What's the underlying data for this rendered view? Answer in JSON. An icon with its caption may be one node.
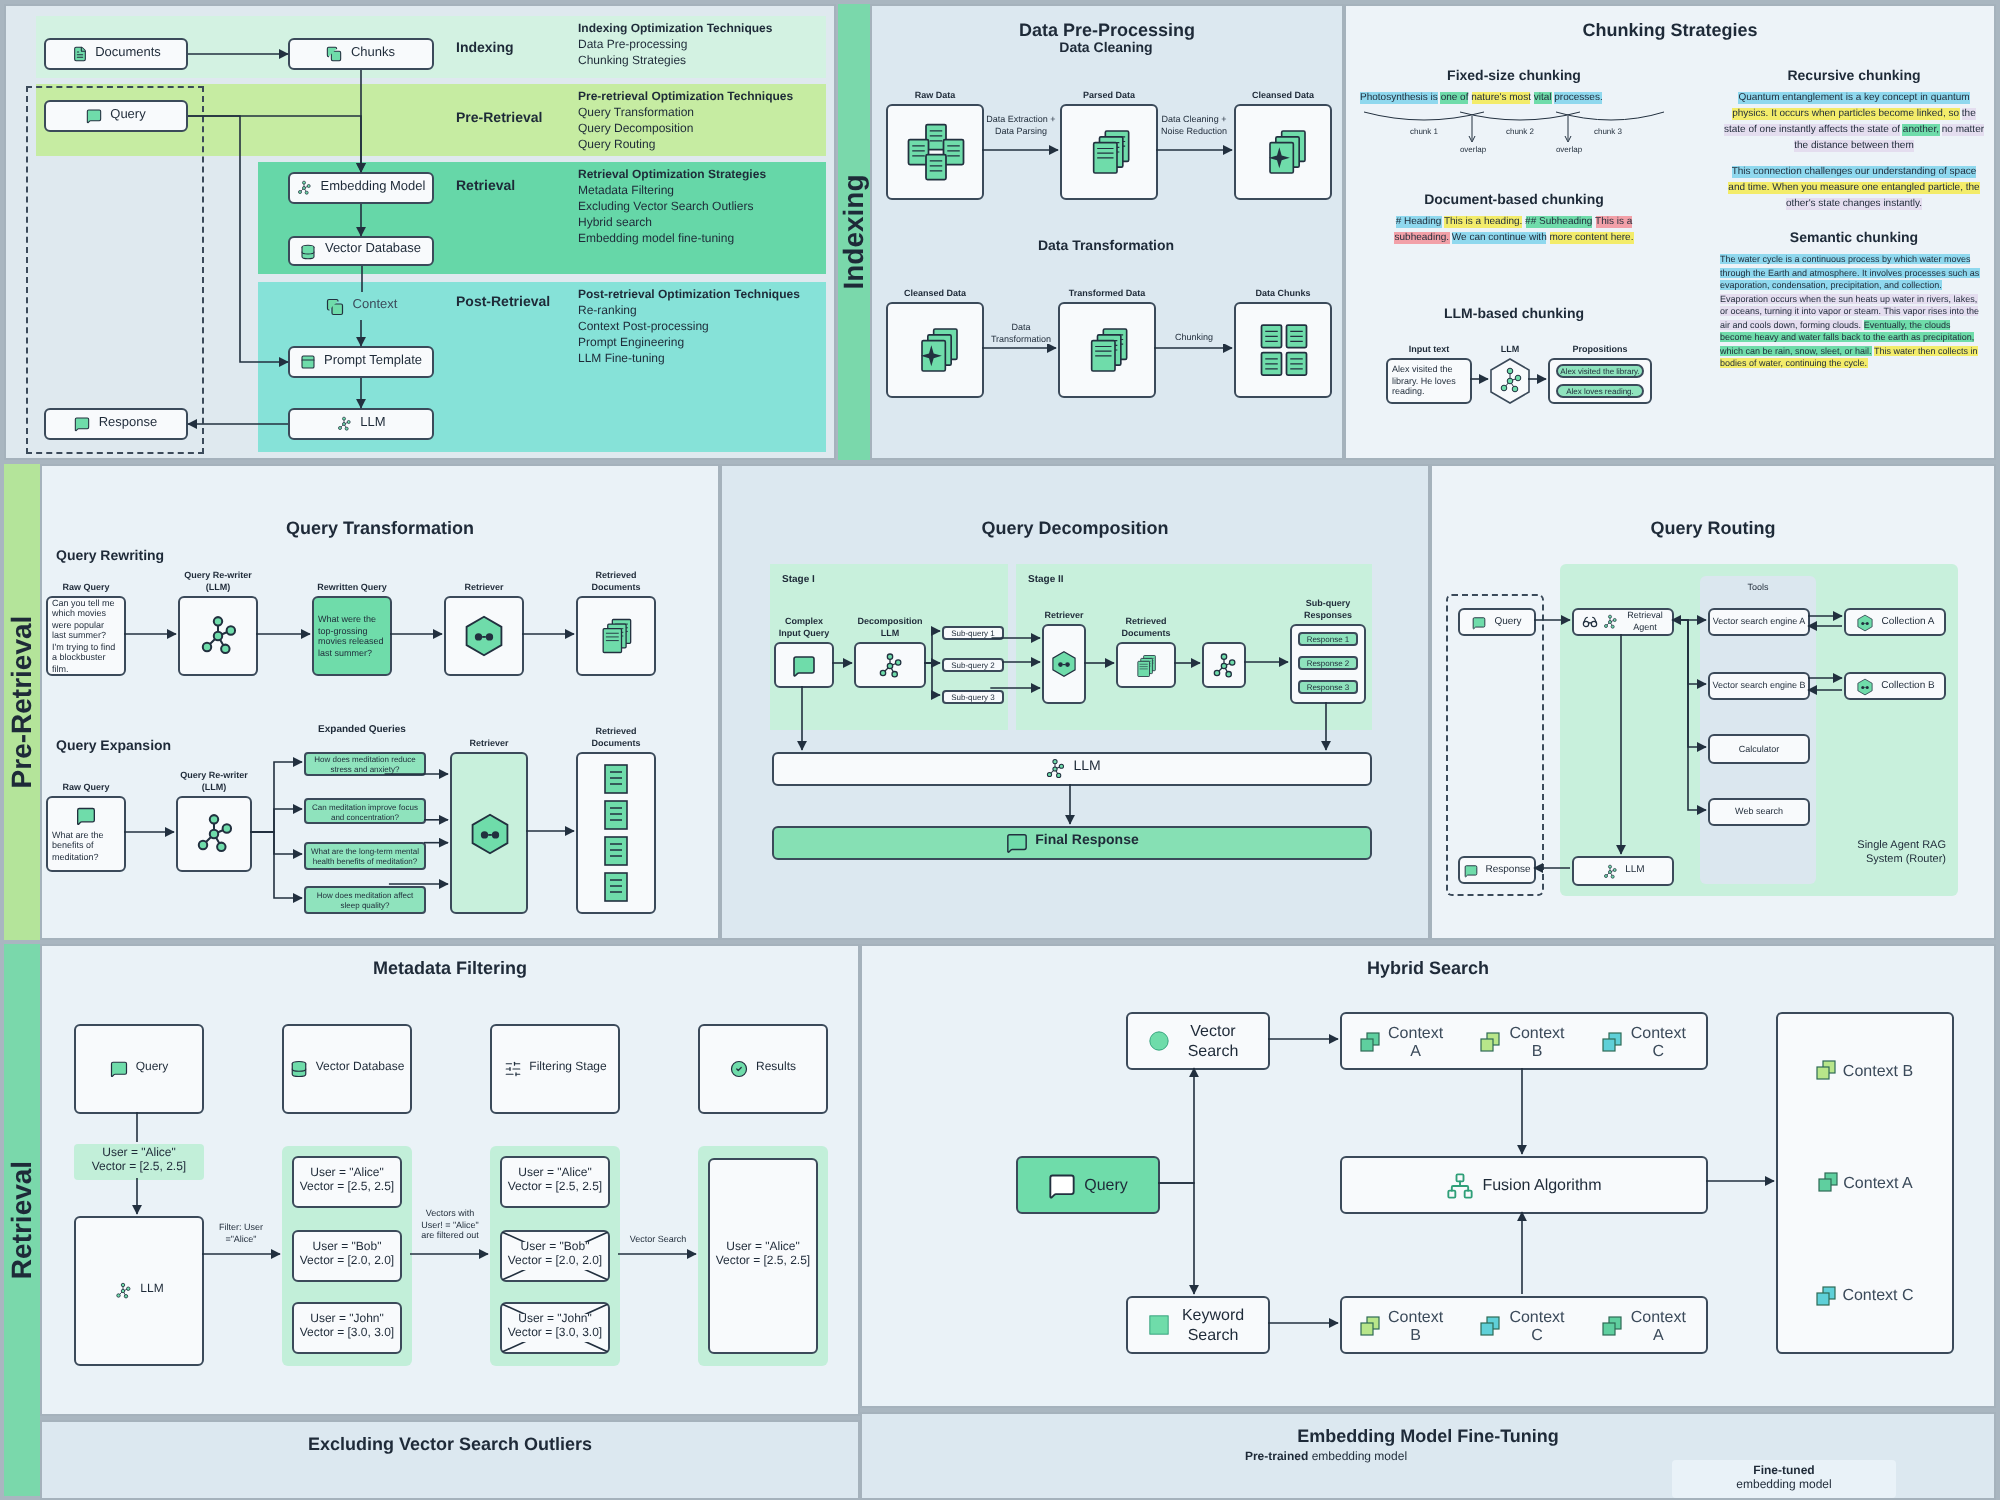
{
  "diagram": {
    "nodes": [
      {
        "text": [
          "Indexing",
          "Indexing Optimization Techniques",
          "Data Pre-processing",
          "Chunking Strategies"
        ]
      },
      {
        "text": [
          "Documents"
        ],
        "in": 0
      },
      {
        "text": [
          "Chunks"
        ],
        "in": 0
      },
      {
        "text": [
          "Pre-Retrieval",
          "Pre-retrieval Optimization Techniques",
          "Query Transformation",
          "Query Decomposition",
          "Query Routing"
        ]
      },
      {
        "text": [
          "Query"
        ],
        "in": 3
      },
      {
        "text": [
          "Retrieval",
          "Retrieval Optimization Strategies",
          "Metadata Filtering",
          "Excluding Vector Search Outliers",
          "Hybrid search",
          "Embedding model fine-tuning"
        ]
      },
      {
        "text": [
          "Embedding Model"
        ],
        "in": 5
      },
      {
        "text": [
          "Vector Database"
        ],
        "in": 5
      },
      {
        "text": [
          "Post-Retrieval",
          "Post-retrieval Optimization Techniques",
          "Re-ranking",
          "Context Post-processing",
          "Prompt Engineering",
          "LLM Fine-tuning"
        ]
      },
      {
        "text": [
          "Context"
        ],
        "in": 8
      },
      {
        "text": [
          "Prompt Template"
        ],
        "in": 8
      },
      {
        "text": [
          "LLM"
        ],
        "in": 8
      },
      {
        "text": [
          "Response"
        ]
      },
      {
        "text": [
          "Indexing"
        ]
      },
      {
        "text": [
          "Data Pre-Processing"
        ]
      },
      {
        "text": [
          "Raw Data"
        ],
        "in": 14
      },
      {
        "text": [
          "Parsed Data"
        ],
        "in": 14
      },
      {
        "text": [
          "Cleansed Data"
        ],
        "in": 14
      },
      {
        "text": [
          "Cleansed Data"
        ],
        "in": 14
      },
      {
        "text": [
          "Transformed Data"
        ],
        "in": 14
      },
      {
        "text": [
          "Data Chunks"
        ],
        "in": 14
      },
      {
        "text": [
          "Chunking Strategies"
        ]
      },
      {
        "text": [
          "Input text",
          "Alex visited the library. He loves reading."
        ],
        "in": 21
      },
      {
        "text": [
          "LLM"
        ],
        "in": 21
      },
      {
        "text": [
          "Propositions"
        ],
        "in": 21
      },
      {
        "text": [
          "Alex visited the library."
        ],
        "in": 24
      },
      {
        "text": [
          "Alex loves reading."
        ],
        "in": 24
      },
      {
        "text": [
          "Pre-Retrieval"
        ]
      },
      {
        "text": [
          "Query Transformation"
        ]
      },
      {
        "text": [
          "Raw Query",
          "Can you tell me which movies were popular last summer? I'm trying to find a blockbuster film."
        ],
        "in": 28
      },
      {
        "text": [
          "Query Re-writer (LLM)"
        ],
        "in": 28
      },
      {
        "text": [
          "Rewritten Query",
          "What were the top-grossing movies released last summer?"
        ],
        "in": 28
      },
      {
        "text": [
          "Retriever"
        ],
        "in": 28
      },
      {
        "text": [
          "Retrieved Documents"
        ],
        "in": 28
      },
      {
        "text": [
          "Raw Query",
          "What are the benefits of meditation?"
        ],
        "in": 28
      },
      {
        "text": [
          "Query Re-writer (LLM)"
        ],
        "in": 28
      },
      {
        "text": [
          "How does meditation reduce stress and anxiety?"
        ],
        "in": 28
      },
      {
        "text": [
          "Can meditation improve focus and concentration?"
        ],
        "in": 28
      },
      {
        "text": [
          "What are the long-term mental health benefits of meditation?"
        ],
        "in": 28
      },
      {
        "text": [
          "How does meditation affect sleep quality?"
        ],
        "in": 28
      },
      {
        "text": [
          "Retriever"
        ],
        "in": 28
      },
      {
        "text": [
          "Retrieved Documents"
        ],
        "in": 28
      },
      {
        "text": [
          "Query Decomposition"
        ]
      },
      {
        "text": [
          "Stage I"
        ],
        "in": 42
      },
      {
        "text": [
          "Complex Input Query"
        ],
        "in": 43
      },
      {
        "text": [
          "Decomposition LLM"
        ],
        "in": 43
      },
      {
        "text": [
          "Sub-query 1"
        ],
        "in": 43
      },
      {
        "text": [
          "Sub-query 2"
        ],
        "in": 43
      },
      {
        "text": [
          "Sub-query 3"
        ],
        "in": 43
      },
      {
        "text": [
          "Stage II"
        ],
        "in": 42
      },
      {
        "text": [
          "Retriever"
        ],
        "in": 49
      },
      {
        "text": [
          "Retrieved Documents"
        ],
        "in": 49
      },
      {
        "text": [],
        "shape": "box",
        "in": 49
      },
      {
        "text": [
          "Sub-query Responses"
        ],
        "in": 49
      },
      {
        "text": [
          "Response 1"
        ],
        "in": 53
      },
      {
        "text": [
          "Response 2"
        ],
        "in": 53
      },
      {
        "text": [
          "Response 3"
        ],
        "in": 53
      },
      {
        "text": [
          "LLM"
        ],
        "in": 42
      },
      {
        "text": [
          "Final Response"
        ],
        "in": 42
      },
      {
        "text": [
          "Query Routing"
        ]
      },
      {
        "text": [
          "Query"
        ],
        "in": 59
      },
      {
        "text": [
          "Response"
        ],
        "in": 59
      },
      {
        "text": [
          "Single Agent RAG System (Router)"
        ],
        "in": 59
      },
      {
        "text": [
          "Retrieval Agent"
        ],
        "in": 62
      },
      {
        "text": [
          "Tools"
        ],
        "in": 62
      },
      {
        "text": [
          "Vector search engine A"
        ],
        "in": 64
      },
      {
        "text": [
          "Vector search engine B"
        ],
        "in": 64
      },
      {
        "text": [
          "Calculator"
        ],
        "in": 64
      },
      {
        "text": [
          "Web search"
        ],
        "in": 64
      },
      {
        "text": [
          "Collection A"
        ],
        "in": 62
      },
      {
        "text": [
          "Collection B"
        ],
        "in": 62
      },
      {
        "text": [
          "LLM"
        ],
        "in": 62
      },
      {
        "text": [
          "Retrieval"
        ]
      },
      {
        "text": [
          "Metadata Filtering"
        ]
      },
      {
        "text": [
          "Query"
        ],
        "in": 73
      },
      {
        "text": [
          "Vector Database"
        ],
        "in": 73
      },
      {
        "text": [
          "Filtering Stage"
        ],
        "in": 73
      },
      {
        "text": [
          "Results"
        ],
        "in": 73
      },
      {
        "text": [
          "User = \"Alice\" Vector = [2.5, 2.5]"
        ],
        "in": 73
      },
      {
        "text": [
          "LLM"
        ],
        "in": 73
      },
      {
        "text": [],
        "shape": "box",
        "in": 73
      },
      {
        "text": [
          "User = \"Alice\" Vector = [2.5, 2.5]"
        ],
        "in": 80
      },
      {
        "text": [
          "User = \"Bob\" Vector = [2.0, 2.0]"
        ],
        "in": 80
      },
      {
        "text": [
          "User = \"John\" Vector = [3.0, 3.0]"
        ],
        "in": 80
      },
      {
        "text": [],
        "shape": "box",
        "in": 73
      },
      {
        "text": [
          "User = \"Alice\" Vector = [2.5, 2.5]"
        ],
        "in": 84
      },
      {
        "text": [
          "User = \"Bob\" Vector = [2.0, 2.0]"
        ],
        "in": 84
      },
      {
        "text": [
          "User = \"John\" Vector = [3.0, 3.0]"
        ],
        "in": 84
      },
      {
        "text": [],
        "shape": "box",
        "in": 73
      },
      {
        "text": [
          "User = \"Alice\" Vector = [2.5, 2.5]"
        ],
        "in": 88
      },
      {
        "text": [
          "Hybrid Search"
        ]
      },
      {
        "text": [
          "Vector Search"
        ],
        "in": 90
      },
      {
        "text": [
          "Keyword Search"
        ],
        "in": 90
      },
      {
        "text": [
          "Query"
        ],
        "in": 90
      },
      {
        "text": [
          "Context A",
          "Context B",
          "Context C"
        ],
        "in": 90
      },
      {
        "text": [
          "Fusion Algorithm"
        ],
        "in": 90
      },
      {
        "text": [
          "Context B",
          "Context C",
          "Context A"
        ],
        "in": 90
      },
      {
        "text": [
          "Context B",
          "Context A",
          "Context C"
        ],
        "in": 90
      },
      {
        "text": [
          "Excluding Vector Search Outliers"
        ]
      },
      {
        "text": [
          "Embedding Model Fine-Tuning"
        ]
      },
      {
        "text": [
          "**Fine-tuned** embedding model"
        ],
        "in": 99
      }
    ],
    "edges": [
      {
        "from": 1,
        "to": 2,
        "arrow": "to"
      },
      {
        "from": 2,
        "to": 6,
        "arrow": "to"
      },
      {
        "from": 4,
        "to": 6,
        "arrow": "to"
      },
      {
        "from": 4,
        "to": 10,
        "arrow": "to"
      },
      {
        "from": 6,
        "to": 7,
        "arrow": "to"
      },
      {
        "from": 7,
        "to": 9,
        "arrow": "none"
      },
      {
        "from": 9,
        "to": 10,
        "arrow": "to"
      },
      {
        "from": 10,
        "to": 11,
        "arrow": "to"
      },
      {
        "from": 11,
        "to": 12,
        "arrow": "to"
      },
      {
        "from": 15,
        "to": 16,
        "arrow": "to",
        "label": "Data Extraction + Data Parsing"
      },
      {
        "from": 16,
        "to": 17,
        "arrow": "to",
        "label": "Data Cleaning + Noise Reduction"
      },
      {
        "from": 18,
        "to": 19,
        "arrow": "to",
        "label": "Data Transformation"
      },
      {
        "from": 19,
        "to": 20,
        "arrow": "to",
        "label": "Chunking"
      },
      {
        "from": 22,
        "to": 23,
        "arrow": "to"
      },
      {
        "from": 23,
        "to": 24,
        "arrow": "to"
      },
      {
        "from": 29,
        "to": 30,
        "arrow": "to"
      },
      {
        "from": 30,
        "to": 31,
        "arrow": "to"
      },
      {
        "from": 31,
        "to": 32,
        "arrow": "to"
      },
      {
        "from": 32,
        "to": 33,
        "arrow": "to"
      },
      {
        "from": 34,
        "to": 35,
        "arrow": "to"
      },
      {
        "from": 35,
        "to": 36,
        "arrow": "to"
      },
      {
        "from": 35,
        "to": 37,
        "arrow": "to"
      },
      {
        "from": 35,
        "to": 38,
        "arrow": "to"
      },
      {
        "from": 35,
        "to": 39,
        "arrow": "to"
      },
      {
        "from": 36,
        "to": 40,
        "arrow": "to"
      },
      {
        "from": 37,
        "to": 40,
        "arrow": "to"
      },
      {
        "from": 38,
        "to": 40,
        "arrow": "to"
      },
      {
        "from": 39,
        "to": 40,
        "arrow": "to"
      },
      {
        "from": 40,
        "to": 41,
        "arrow": "to"
      },
      {
        "from": 44,
        "to": 45,
        "arrow": "to"
      },
      {
        "from": 45,
        "to": 46,
        "arrow": "to"
      },
      {
        "from": 45,
        "to": 47,
        "arrow": "to"
      },
      {
        "from": 45,
        "to": 48,
        "arrow": "to"
      },
      {
        "from": 46,
        "to": 50,
        "arrow": "to"
      },
      {
        "from": 47,
        "to": 50,
        "arrow": "to"
      },
      {
        "from": 48,
        "to": 50,
        "arrow": "to"
      },
      {
        "from": 50,
        "to": 51,
        "arrow": "to"
      },
      {
        "from": 51,
        "to": 52,
        "arrow": "to"
      },
      {
        "from": 52,
        "to": 53,
        "arrow": "to"
      },
      {
        "from": 44,
        "to": 57,
        "arrow": "to"
      },
      {
        "from": 53,
        "to": 57,
        "arrow": "to"
      },
      {
        "from": 57,
        "to": 58,
        "arrow": "to"
      },
      {
        "from": 60,
        "to": 63,
        "arrow": "to"
      },
      {
        "from": 63,
        "to": 65,
        "arrow": "both"
      },
      {
        "from": 63,
        "to": 66,
        "arrow": "to"
      },
      {
        "from": 63,
        "to": 67,
        "arrow": "to"
      },
      {
        "from": 63,
        "to": 68,
        "arrow": "to"
      },
      {
        "from": 65,
        "to": 69,
        "arrow": "to"
      },
      {
        "from": 69,
        "to": 65,
        "arrow": "to"
      },
      {
        "from": 66,
        "to": 70,
        "arrow": "to"
      },
      {
        "from": 70,
        "to": 66,
        "arrow": "to"
      },
      {
        "from": 63,
        "to": 71,
        "arrow": "to"
      },
      {
        "from": 71,
        "to": 61,
        "arrow": "to"
      },
      {
        "from": 74,
        "to": 78,
        "arrow": "none"
      },
      {
        "from": 78,
        "to": 79,
        "arrow": "to"
      },
      {
        "from": 79,
        "to": 80,
        "arrow": "to",
        "label": "Filter: User =\"Alice\""
      },
      {
        "from": 80,
        "to": 84,
        "arrow": "to",
        "label": "Vectors with User! = \"Alice\" are filtered out"
      },
      {
        "from": 84,
        "to": 88,
        "arrow": "to",
        "label": "Vector Search"
      },
      {
        "from": 93,
        "to": 91,
        "arrow": "to"
      },
      {
        "from": 93,
        "to": 92,
        "arrow": "to"
      },
      {
        "from": 91,
        "to": 94,
        "arrow": "to"
      },
      {
        "from": 92,
        "to": 96,
        "arrow": "to"
      },
      {
        "from": 94,
        "to": 95,
        "arrow": "to"
      },
      {
        "from": 96,
        "to": 95,
        "arrow": "to"
      },
      {
        "from": 95,
        "to": 97,
        "arrow": "to"
      }
    ],
    "labels": [
      "Data Cleaning",
      "Data Transformation",
      "Fixed-size chunking",
      "Photosynthesis is",
      "one of",
      "nature's most",
      "vital",
      "processes.",
      "chunk 1",
      "chunk 2",
      "chunk 3",
      "overlap",
      "overlap",
      "Document-based chunking",
      "# Heading",
      "This is a heading.",
      "## Subheading",
      "This is a subheading.",
      "We can continue with",
      "more content here.",
      "LLM-based chunking",
      "Recursive chunking",
      "Quantum entanglement is a key concept in quantum",
      "physics. It occurs when particles become linked, so",
      "the state of one instantly affects the state of",
      "another,",
      "no matter the distance between them",
      "This connection challenges our understanding of space",
      "and time. When you measure one entangled particle, the",
      "other's state changes instantly.",
      "Semantic chunking",
      "The water cycle is a continuous process by which water moves through the Earth and atmosphere. It involves processes such as evaporation, condensation, precipitation, and collection.",
      "Evaporation occurs when the sun heats up water in rivers, lakes, or oceans, turning it into vapor or steam. This vapor rises into the air and cools down, forming clouds.",
      "Eventually, the clouds become heavy and water falls back to the earth as precipitation, which can be rain, snow, sleet, or hail.",
      "This water then collects in bodies of water, continuing the cycle.",
      "Query Rewriting",
      "Query Expansion",
      "Expanded Queries",
      "**Pre-trained** embedding model"
    ]
  }
}
